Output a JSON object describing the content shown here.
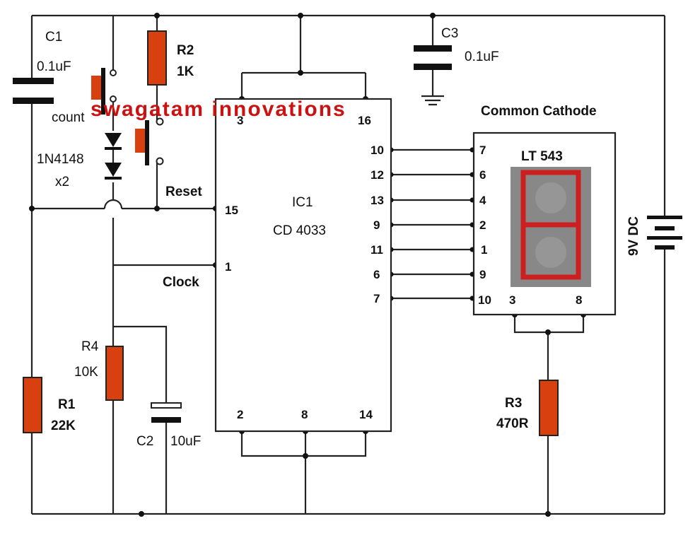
{
  "watermark": "swagatam innovations",
  "colors": {
    "wire": "#222222",
    "resistor": "#d84010",
    "segment": "#cc1f1f",
    "display_bg": "#888888",
    "watermark": "#cc1111"
  },
  "components": {
    "c1": {
      "name": "C1",
      "value": "0.1uF"
    },
    "c2": {
      "name": "C2",
      "value": "10uF"
    },
    "c3": {
      "name": "C3",
      "value": "0.1uF"
    },
    "r1": {
      "name": "R1",
      "value": "22K"
    },
    "r2": {
      "name": "R2",
      "value": "1K"
    },
    "r3": {
      "name": "R3",
      "value": "470R"
    },
    "r4": {
      "name": "R4",
      "value": "10K"
    },
    "diodes": {
      "name": "1N4148",
      "qty": "x2"
    },
    "count_switch": "count",
    "reset_label": "Reset",
    "clock_label": "Clock",
    "battery": "9V DC"
  },
  "ic": {
    "name": "IC1",
    "part": "CD 4033",
    "top_pins": [
      "3",
      "16"
    ],
    "left_pins": [
      "15",
      "1"
    ],
    "right_pins": [
      "10",
      "12",
      "13",
      "9",
      "11",
      "6",
      "7"
    ],
    "bottom_pins": [
      "2",
      "8",
      "14"
    ]
  },
  "display": {
    "header": "Common Cathode",
    "name": "LT 543",
    "left_pins": [
      "7",
      "6",
      "4",
      "2",
      "1",
      "9",
      "10"
    ],
    "bottom_pins": [
      "3",
      "8"
    ]
  }
}
